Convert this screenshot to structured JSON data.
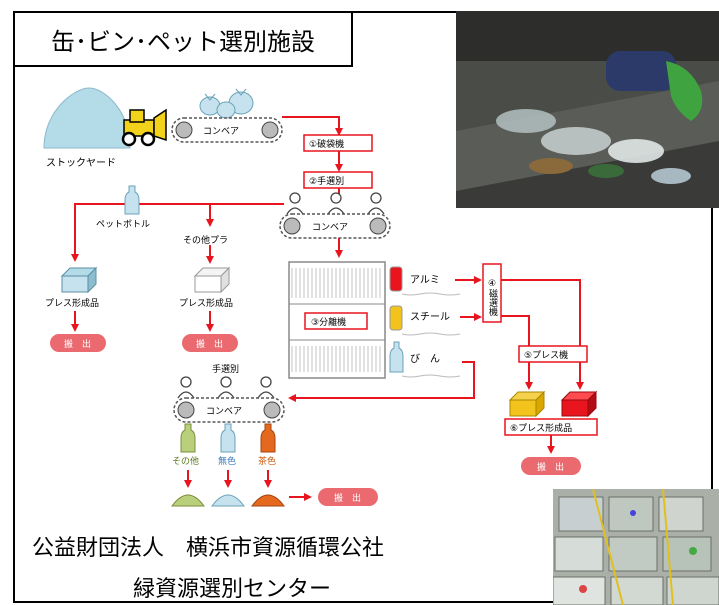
{
  "title": "缶･ビン･ペット選別施設",
  "footer": {
    "org_line": "公益財団法人　横浜市資源循環公社",
    "center_line": "緑資源選別センター"
  },
  "diagram": {
    "stockyard": "ストックヤード",
    "conveyor": "コンベア",
    "step1": "①破袋機",
    "step2": "②手選別",
    "step3": "③分離機",
    "step4": "④磁選機",
    "step5": "⑤プレス機",
    "step6": "⑥プレス形成品",
    "pet_bottle": "ペットボトル",
    "other_plastic": "その他プラ",
    "press_product": "プレス形成品",
    "discharge": "搬　出",
    "aluminum": "アルミ",
    "steel": "スチール",
    "bottles": "び　ん",
    "hand_sort": "手選別",
    "glass_other": "その他",
    "glass_clear": "無色",
    "glass_brown": "茶色"
  },
  "colors": {
    "arrow": "#e8141e",
    "discharge_pill": "#ea6a70",
    "mound": "#b3dbe8",
    "aluminum_can": "#e8141e",
    "steel_can": "#f2c21d",
    "glass_other": "#b9cf7c",
    "glass_clear": "#c6e2ef",
    "glass_brown": "#e4681e"
  }
}
